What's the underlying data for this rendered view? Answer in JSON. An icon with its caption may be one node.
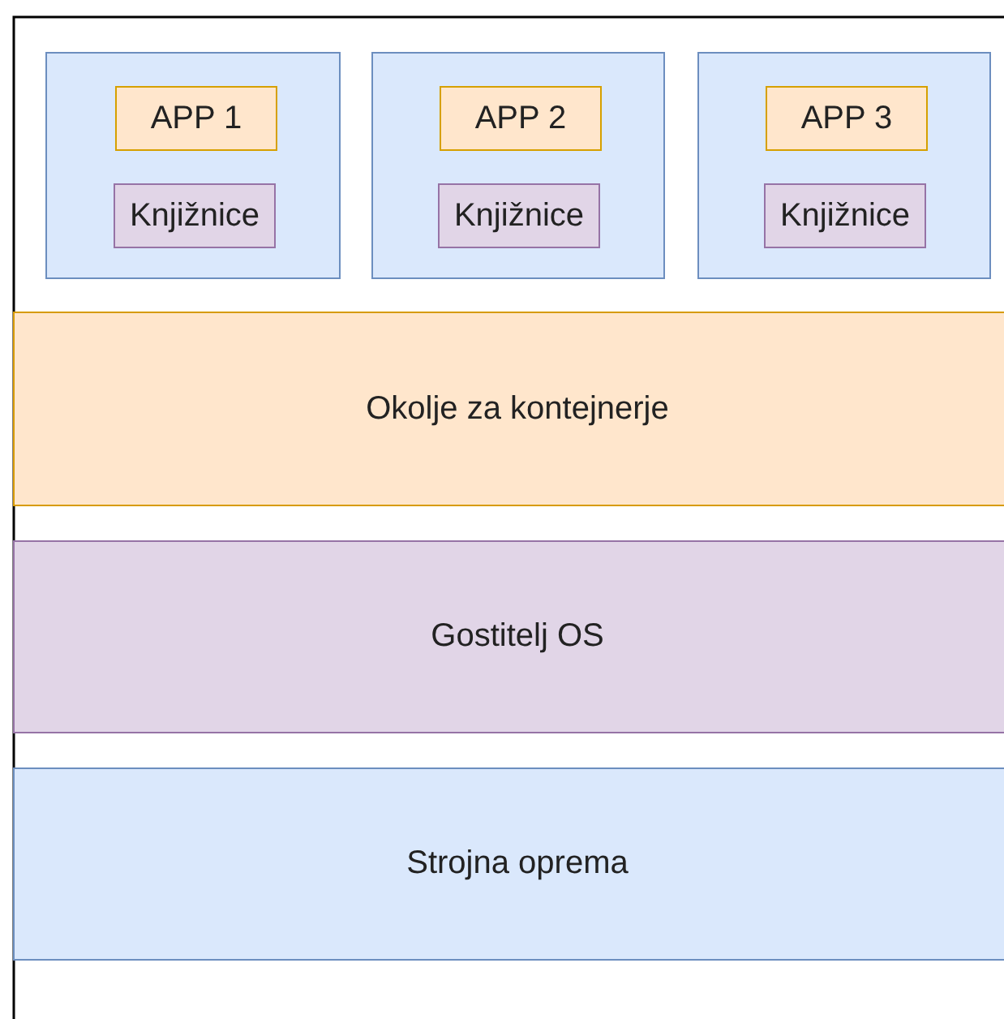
{
  "diagram": {
    "nodes": [
      {
        "text": [],
        "shape": "box"
      },
      {
        "text": [
          "APP 1"
        ],
        "in": 0
      },
      {
        "text": [
          "Knjižnice"
        ],
        "in": 0
      },
      {
        "text": [],
        "shape": "box"
      },
      {
        "text": [
          "APP 2"
        ],
        "in": 3
      },
      {
        "text": [
          "Knjižnice"
        ],
        "in": 3
      },
      {
        "text": [],
        "shape": "box"
      },
      {
        "text": [
          "APP 3"
        ],
        "in": 6
      },
      {
        "text": [
          "Knjižnice"
        ],
        "in": 6
      },
      {
        "text": [
          "Okolje za kontejnerje"
        ]
      },
      {
        "text": [
          "Gostitelj OS"
        ]
      },
      {
        "text": [
          "Strojna oprema"
        ]
      }
    ],
    "edges": []
  }
}
